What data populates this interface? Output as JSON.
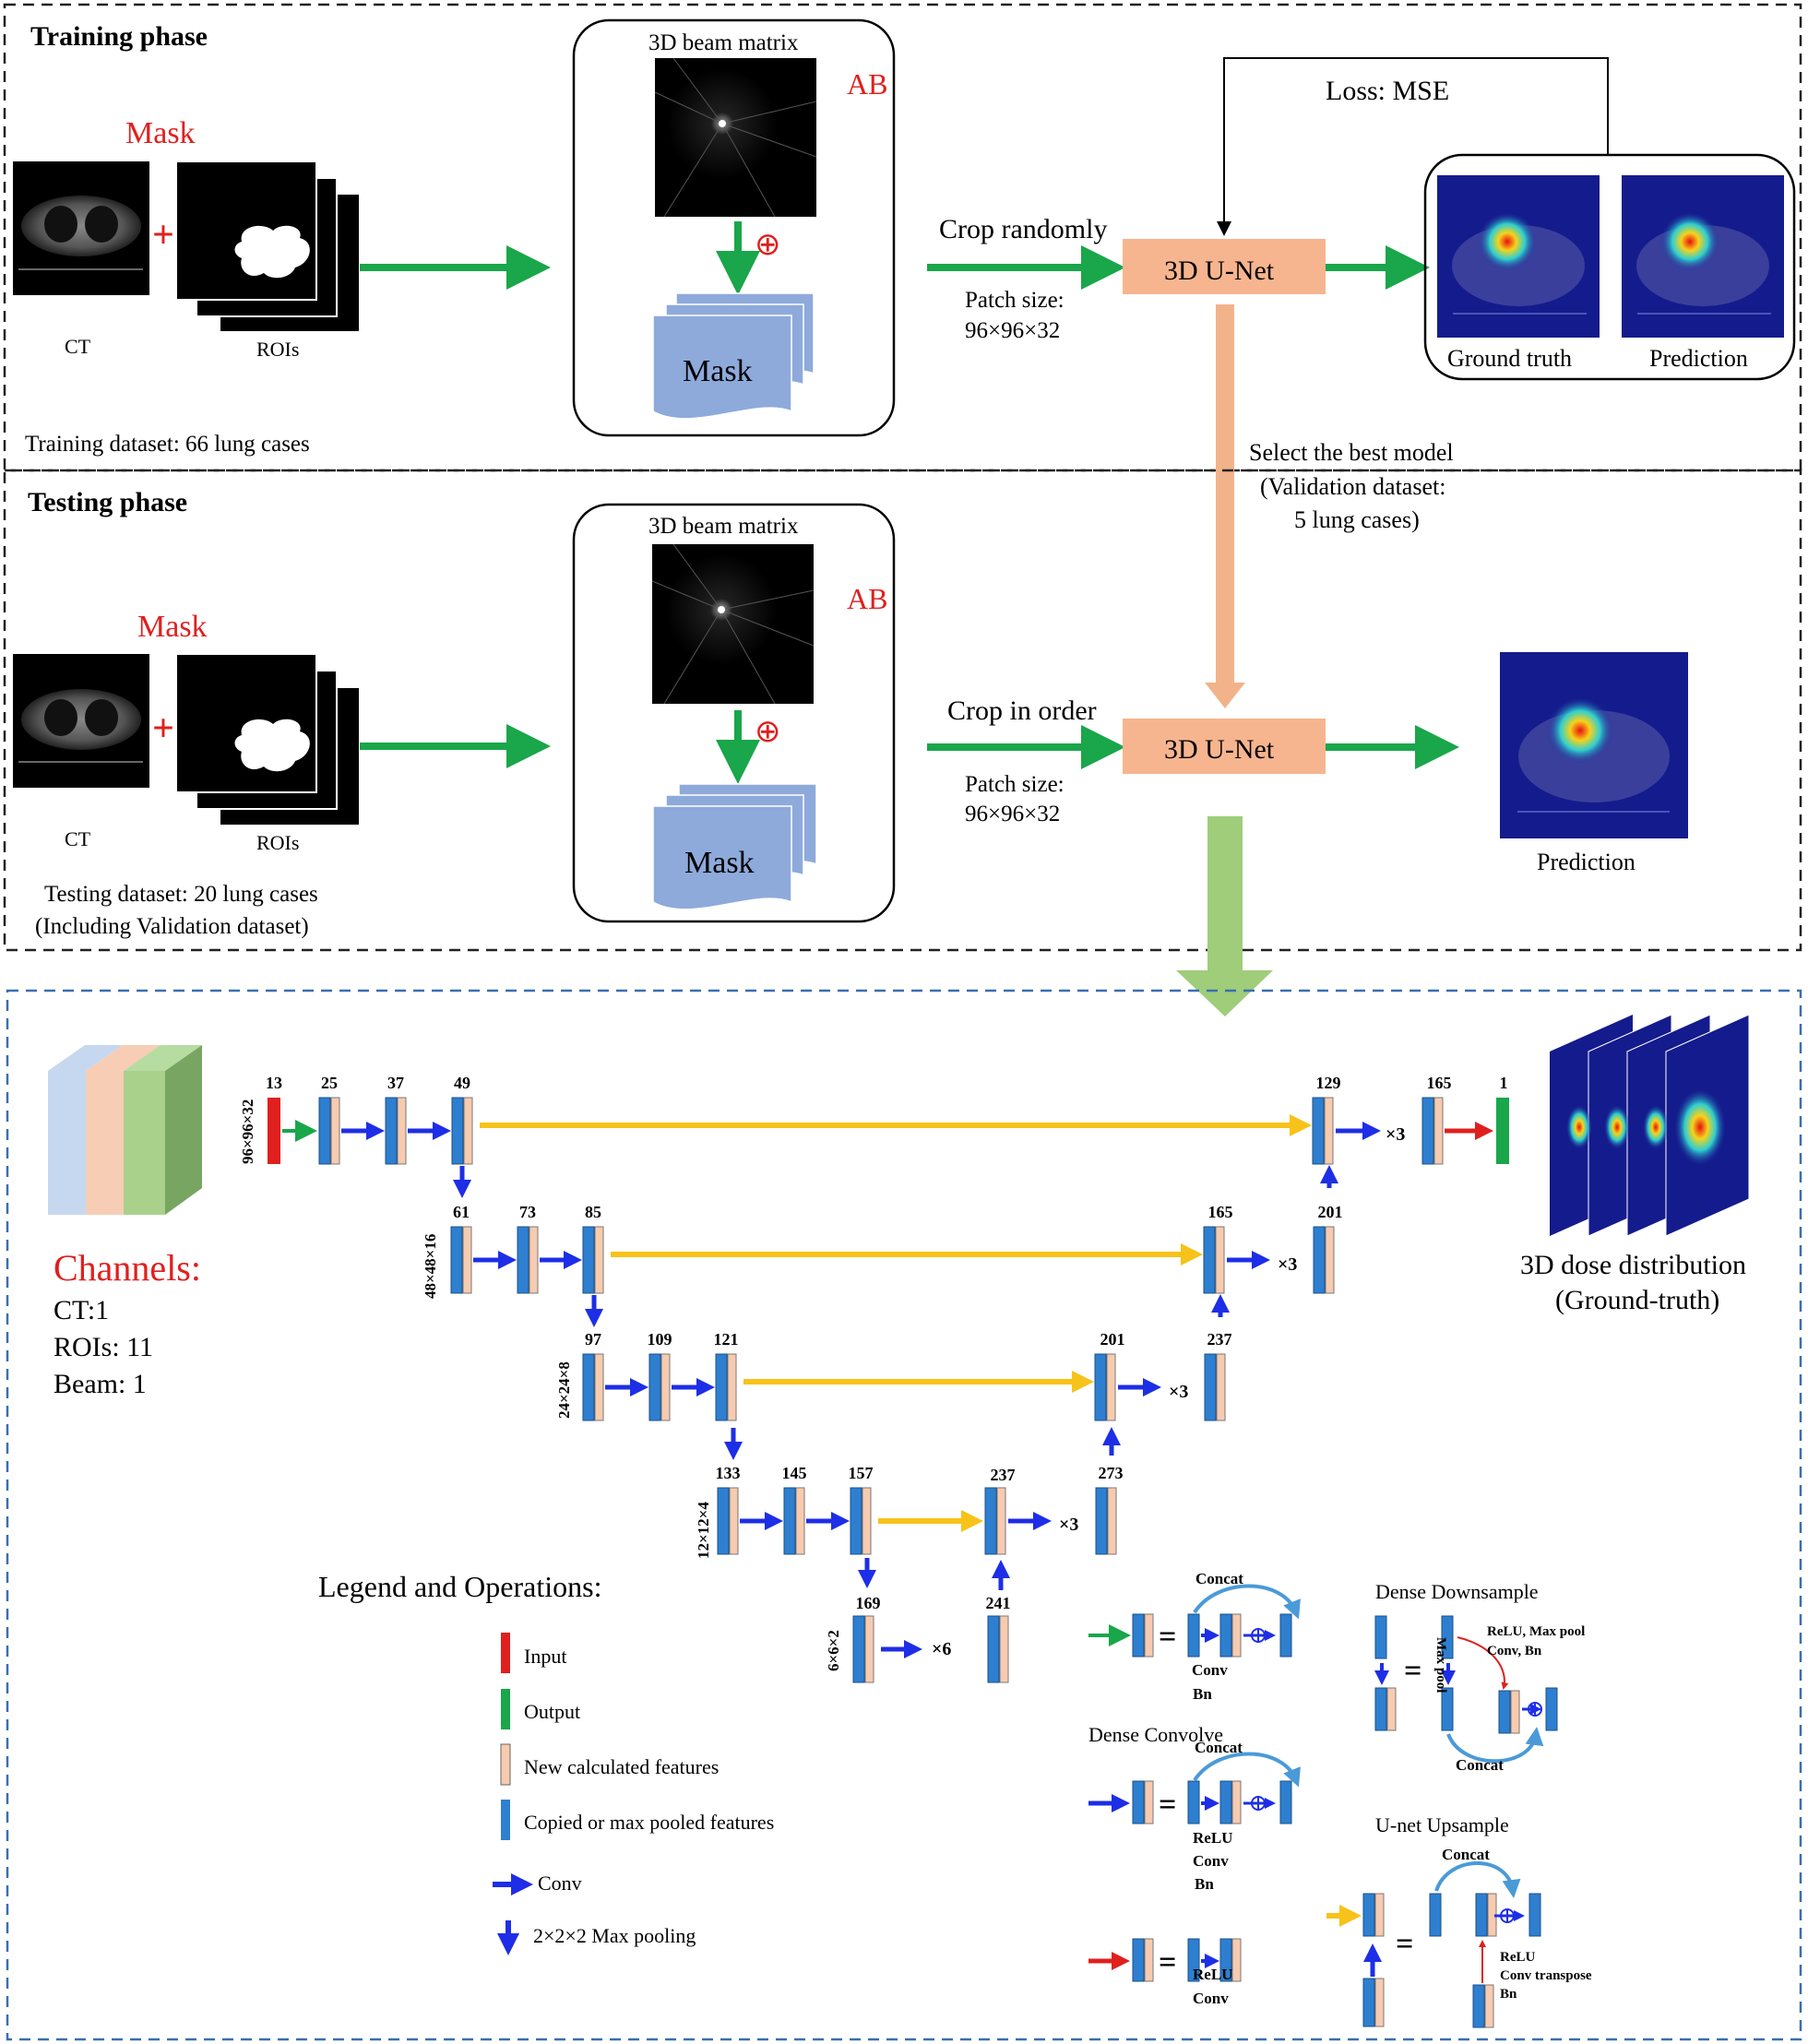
{
  "colors": {
    "arrow_green": "#1aa64a",
    "arrow_orange": "#f2b38a",
    "arrow_lightgreen": "#9fcd7a",
    "unet_box": "#f6b58f",
    "mask_blue": "#8eaadb",
    "red_label": "#e0201e",
    "block_blue": "#2e7fd0",
    "block_peach": "#f7cbb0",
    "yellow": "#f7c21a",
    "dashed_blue": "#3a6fb0"
  },
  "training": {
    "title": "Training phase",
    "mask_label": "Mask",
    "ct_label": "CT",
    "rois_label": "ROIs",
    "dataset": "Training  dataset:  66  lung  cases",
    "beam_title": "3D beam matrix",
    "ab": "AB",
    "oplus": "⊕",
    "mask_box": "Mask",
    "crop": "Crop randomly",
    "patch_size": "Patch size:",
    "patch_dims": "96×96×32",
    "unet": "3D U-Net",
    "loss": "Loss:  MSE",
    "gt": "Ground  truth",
    "prediction": "Prediction"
  },
  "select": {
    "line1": "Select  the  best  model",
    "line2": "(Validation  dataset:",
    "line3": "5  lung  cases)"
  },
  "testing": {
    "title": "Testing phase",
    "mask_label": "Mask",
    "ct_label": "CT",
    "rois_label": "ROIs",
    "dataset1": "Testing  dataset:  20  lung  cases",
    "dataset2": "(Including  Validation  dataset)",
    "beam_title": "3D beam matrix",
    "ab": "AB",
    "oplus": "⊕",
    "mask_box": "Mask",
    "crop": "Crop in order",
    "patch_size": "Patch size:",
    "patch_dims": "96×96×32",
    "unet": "3D U-Net",
    "prediction": "Prediction"
  },
  "network": {
    "channels_title": "Channels:",
    "ch_ct": "CT:1",
    "ch_rois": "ROIs:  11",
    "ch_beam": "Beam:  1",
    "dose_line1": "3D dose distribution",
    "dose_line2": "(Ground-truth)",
    "level_sizes": [
      "96×96×32",
      "48×48×16",
      "24×24×8",
      "12×12×4",
      "6×6×2"
    ],
    "enc_labels": [
      [
        "13",
        "25",
        "37",
        "49"
      ],
      [
        "61",
        "73",
        "85"
      ],
      [
        "97",
        "109",
        "121"
      ],
      [
        "133",
        "145",
        "157"
      ],
      [
        "169"
      ]
    ],
    "dec_labels": {
      "l0": [
        "129",
        "165",
        "1"
      ],
      "l1": [
        "165",
        "201"
      ],
      "l2": [
        "201",
        "237"
      ],
      "l3": [
        "237",
        "273"
      ],
      "l4": [
        "241"
      ]
    },
    "x3": "×3",
    "x6": "×6"
  },
  "legend": {
    "title": "Legend and Operations:",
    "input": "Input",
    "output": "Output",
    "new_features": "New calculated  features",
    "copied": "Copied or max pooled features",
    "conv": "Conv",
    "pool": "2×2×2  Max pooling",
    "concat": "Concat",
    "conv_bn_1": "Conv",
    "conv_bn_2": "Bn",
    "dense_convolve": "Dense Convolve",
    "relu": "ReLU",
    "bn": "Bn",
    "dense_downsample": "Dense Downsample",
    "relu_maxpool": "ReLU, Max pool",
    "conv_bn": "Conv, Bn",
    "max_pool_v": "Max pool",
    "unet_upsample": "U-net Upsample",
    "conv_transpose": "Conv transpose",
    "eq": "="
  }
}
